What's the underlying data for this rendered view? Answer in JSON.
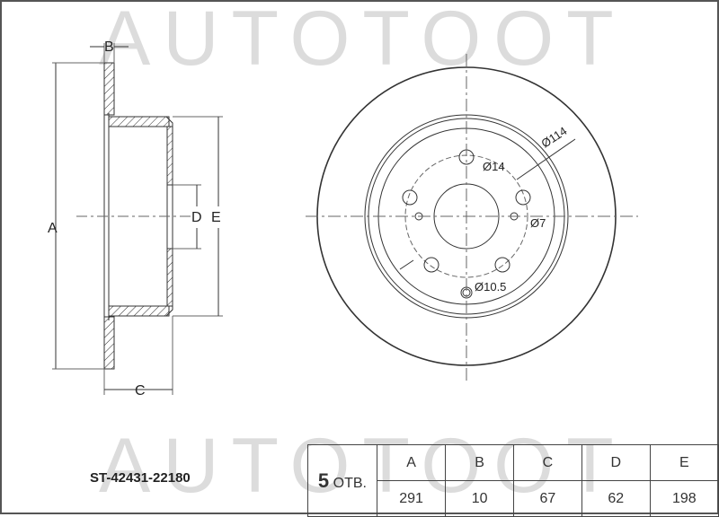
{
  "watermark": {
    "text": "AUTOTOOT"
  },
  "drawing": {
    "section_labels": {
      "A": "A",
      "B": "B",
      "C": "C",
      "D": "D",
      "E": "E"
    },
    "front_view_labels": {
      "pcd": "Ø114",
      "bolt_hole": "Ø14",
      "small_hole": "Ø7",
      "locator_hole": "Ø10.5"
    }
  },
  "part_number": "ST-42431-22180",
  "spec_table": {
    "holes_count": "5",
    "holes_label": "ОТВ.",
    "headers": [
      "A",
      "B",
      "C",
      "D",
      "E"
    ],
    "values": [
      "291",
      "10",
      "67",
      "62",
      "198"
    ]
  },
  "colors": {
    "line": "#333333",
    "watermark": "#dcdcdc",
    "border": "#555555"
  }
}
